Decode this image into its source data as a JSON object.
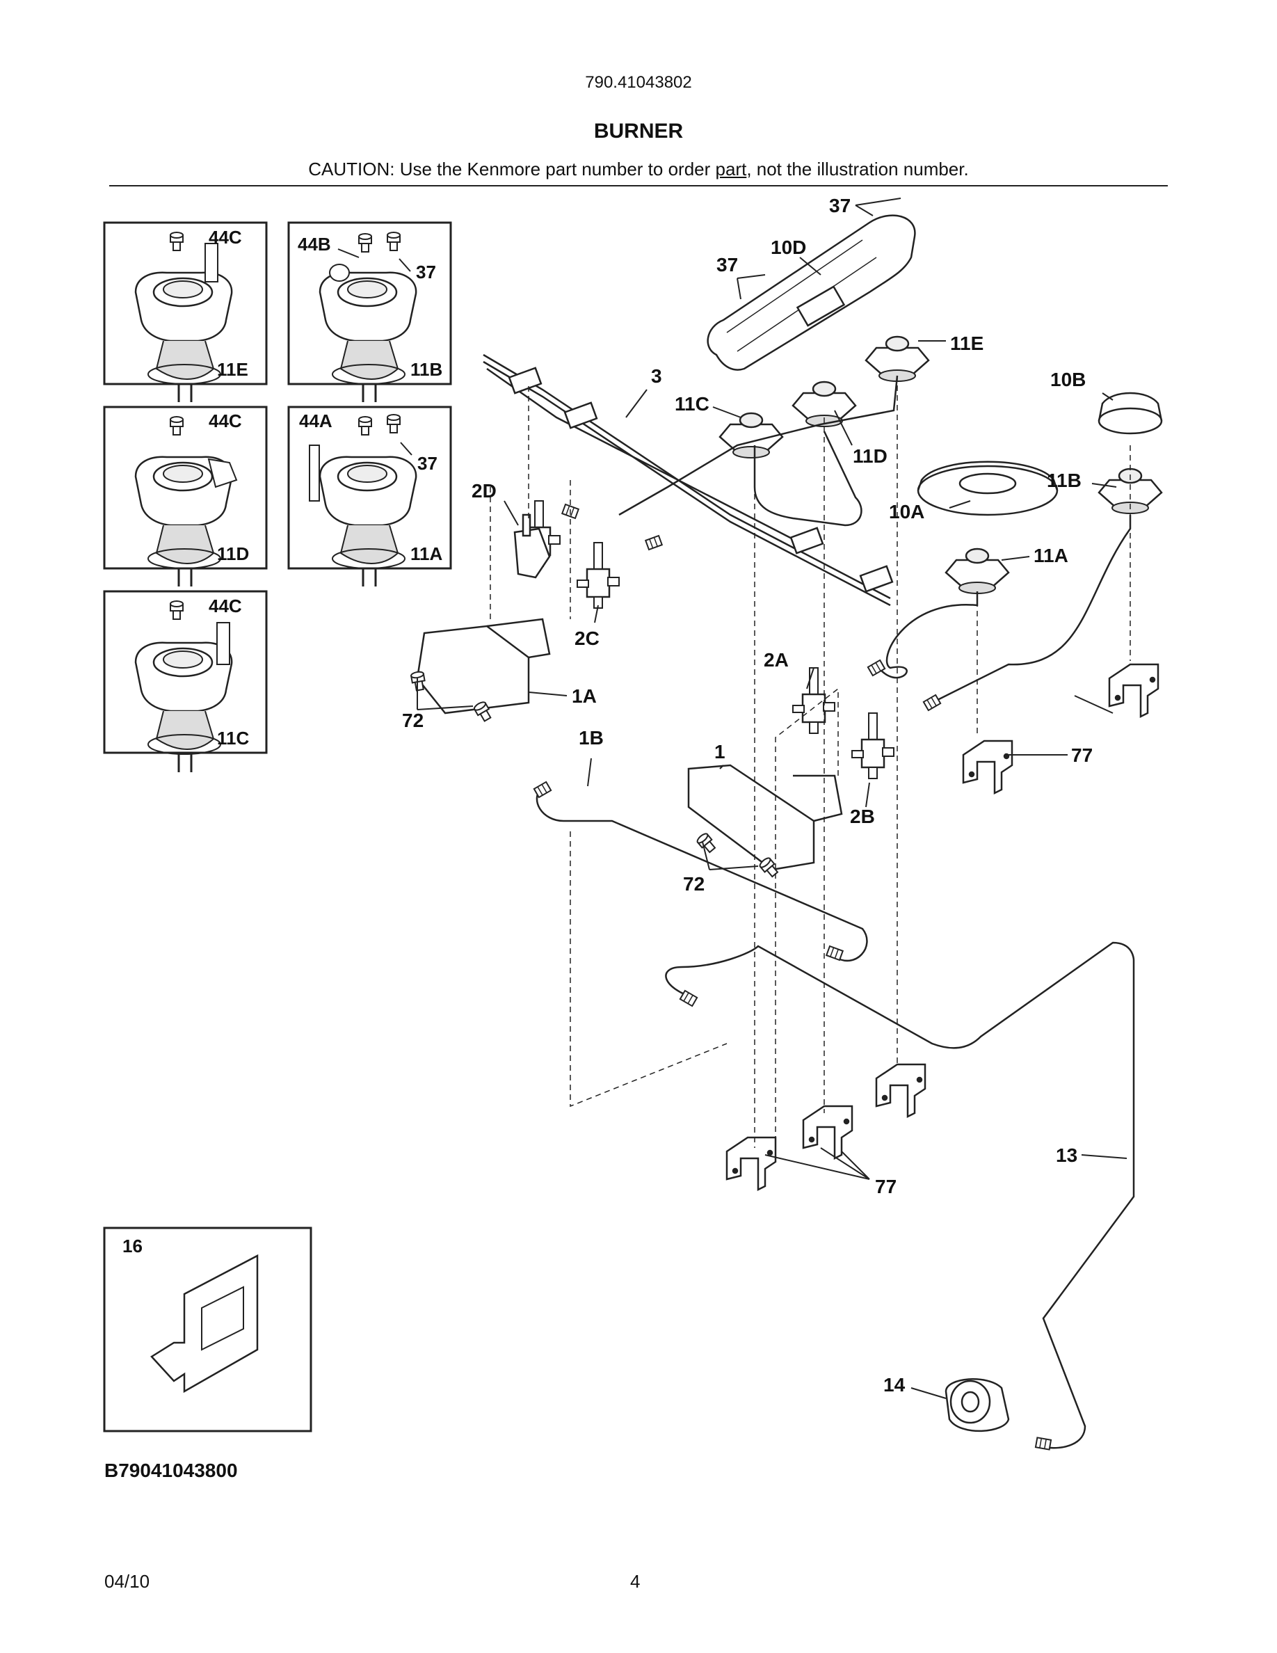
{
  "header": {
    "model_number": "790.41043802",
    "title": "BURNER",
    "caution_before": "CAUTION: Use the Kenmore part number to order ",
    "caution_underlined": "part",
    "caution_after": ", not the illustration number."
  },
  "insets": [
    {
      "labels": {
        "screw": "44C",
        "burner": "11E"
      }
    },
    {
      "labels": {
        "screw": "44B",
        "burner": "11B",
        "extra": "37"
      }
    },
    {
      "labels": {
        "screw": "44C",
        "burner": "11D"
      }
    },
    {
      "labels": {
        "screw": "44A",
        "burner": "11A",
        "extra": "37"
      }
    },
    {
      "labels": {
        "screw": "44C",
        "burner": "11C"
      }
    },
    {
      "labels": {
        "part": "16"
      }
    }
  ],
  "callouts": {
    "c37_top": "37",
    "c37_mid": "37",
    "c10D": "10D",
    "c11E": "11E",
    "c3": "3",
    "c11C": "11C",
    "c10B": "10B",
    "c11D": "11D",
    "c2D": "2D",
    "c11B": "11B",
    "c10A": "10A",
    "c11A": "11A",
    "c2C": "2C",
    "c2A": "2A",
    "c1A": "1A",
    "c72a": "72",
    "c1B": "1B",
    "c1": "1",
    "c77a": "77",
    "c2B": "2B",
    "c72b": "72",
    "c13": "13",
    "c77b": "77",
    "c14": "14"
  },
  "footer": {
    "drawing_code": "B79041043800",
    "date": "04/10",
    "page": "4"
  }
}
